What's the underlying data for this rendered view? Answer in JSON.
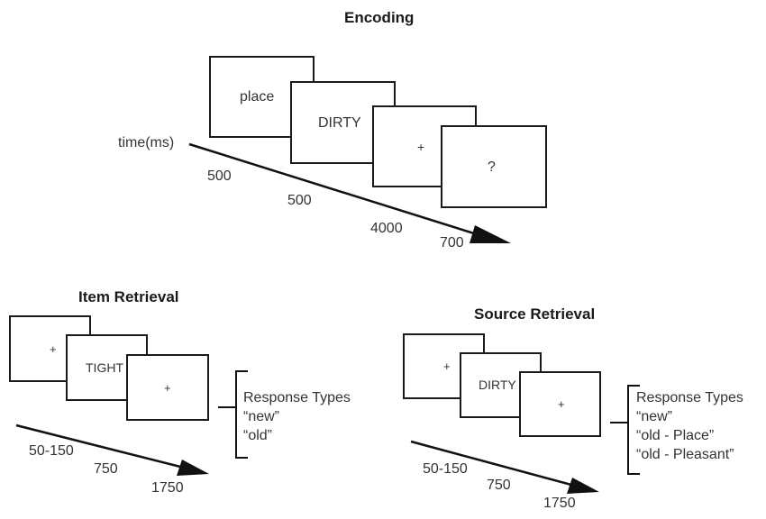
{
  "encoding": {
    "title": "Encoding",
    "screens": [
      "place",
      "DIRTY",
      "+",
      "?"
    ],
    "axis_label": "time(ms)",
    "durations": [
      "500",
      "500",
      "4000",
      "700"
    ]
  },
  "item_retrieval": {
    "title": "Item Retrieval",
    "screens": [
      "+",
      "TIGHT",
      "+"
    ],
    "durations": [
      "50-150",
      "750",
      "1750"
    ],
    "response_title": "Response Types",
    "responses": [
      "“new”",
      "“old”"
    ]
  },
  "source_retrieval": {
    "title": "Source Retrieval",
    "screens": [
      "+",
      "DIRTY",
      "+"
    ],
    "durations": [
      "50-150",
      "750",
      "1750"
    ],
    "response_title": "Response Types",
    "responses": [
      "“new”",
      "“old - Place”",
      "“old - Pleasant”"
    ]
  }
}
